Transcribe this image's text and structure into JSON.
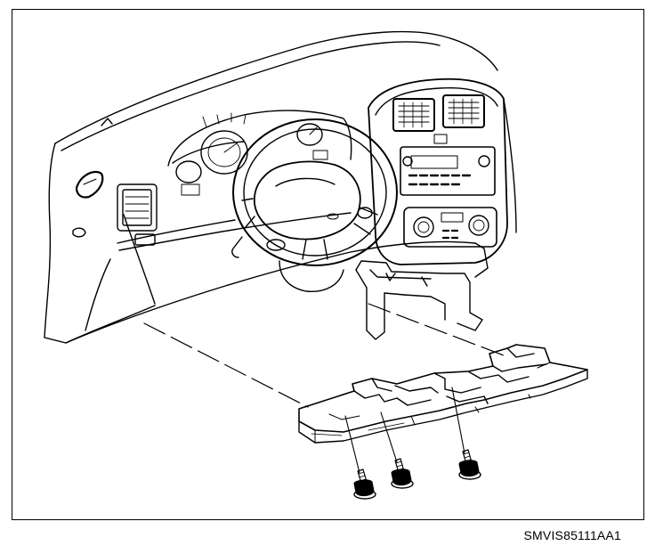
{
  "figure": {
    "caption": "SMVIS85111AA1",
    "subject": "instrument-panel-lower-trim-panel-exploded-view",
    "fastener_count": 3,
    "colors": {
      "line": "#000000",
      "background": "#ffffff"
    }
  }
}
